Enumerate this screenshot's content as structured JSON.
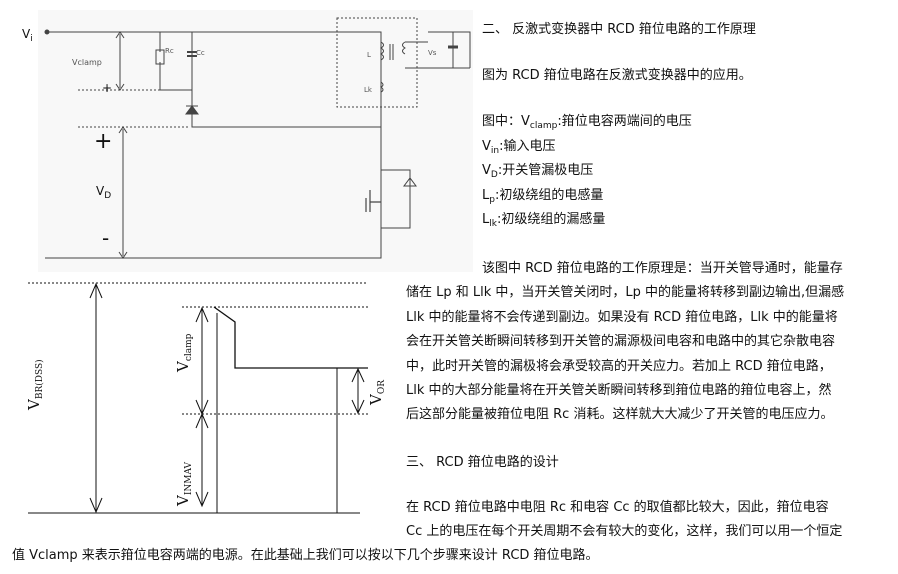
{
  "circuit": {
    "vi": "V",
    "vi_sub": "i",
    "vclamp": "Vclamp",
    "rc": "Rc",
    "cc": "Cc",
    "plus": "+",
    "minus": "-",
    "vd": "V",
    "vd_sub": "D",
    "lp": "L",
    "llk": "Lk",
    "vs": "Vs"
  },
  "waveform": {
    "vbr": "V",
    "vbr_sub": "BR(DSS)",
    "vclamp": "V",
    "vclamp_sub": "clamp",
    "vor": "V",
    "vor_sub": "OR",
    "vnmav": "V",
    "vnmav_sub": "INMAV"
  },
  "section2": {
    "heading": "二、  反激式变换器中 RCD 箝位电路的工作原理",
    "intro": "图为 RCD  箝位电路在反激式变换器中的应用。",
    "legend": [
      {
        "prefix": "图中：V",
        "sub": "clamp",
        "text": ":箝位电容两端间的电压"
      },
      {
        "prefix": "V",
        "sub": "in",
        "text": ":输入电压"
      },
      {
        "prefix": "V",
        "sub": "D",
        "text": ":开关管漏极电压"
      },
      {
        "prefix": "L",
        "sub": "p",
        "text": ":初级绕组的电感量"
      },
      {
        "prefix": "L",
        "sub": "lk",
        "text": ":初级绕组的漏感量"
      }
    ],
    "paragraph": [
      "该图中 RCD 箝位电路的工作原理是：当开关管导通时，能量存",
      "储在 Lp 和 Llk 中，当开关管关闭时，Lp 中的能量将转移到副边输出,但漏感",
      "Llk 中的能量将不会传递到副边。如果没有  RCD 箝位电路，Llk 中的能量将",
      "会在开关管关断瞬间转移到开关管的漏源极间电容和电路中的其它杂散电容",
      "中，此时开关管的漏极将会承受较高的开关应力。若加上  RCD 箝位电路，",
      "Llk 中的大部分能量将在开关管关断瞬间转移到箝位电路的箝位电容上，然",
      "后这部分能量被箝位电阻  Rc 消耗。这样就大大减少了开关管的电压应力。"
    ]
  },
  "section3": {
    "heading": "三、  RCD  箝位电路的设计",
    "paragraph": [
      "在 RCD  箝位电路中电阻  Rc 和电容 Cc 的取值都比较大，因此，箝位电容",
      "Cc 上的电压在每个开关周期不会有较大的变化，这样，我们可以用一个恒定",
      "值  Vclamp 来表示箝位电容两端的电源。在此基础上我们可以按以下几个步骤来设计  RCD 箝位电路。"
    ]
  }
}
